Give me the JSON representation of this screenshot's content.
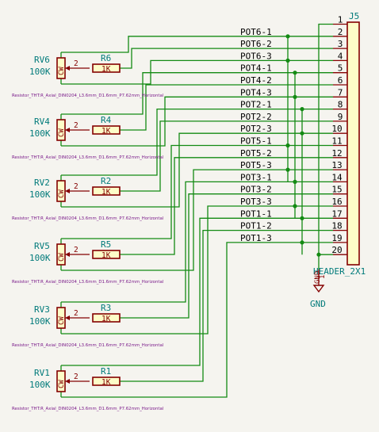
{
  "header": {
    "ref": "J5",
    "value": "HEADER_2X1",
    "pins": [
      "1",
      "2",
      "3",
      "4",
      "5",
      "6",
      "7",
      "8",
      "9",
      "10",
      "11",
      "12",
      "13",
      "14",
      "15",
      "16",
      "17",
      "18",
      "19",
      "20"
    ]
  },
  "nets": [
    {
      "pin": 2,
      "label": "POT6-1"
    },
    {
      "pin": 3,
      "label": "POT6-2"
    },
    {
      "pin": 4,
      "label": "POT6-3"
    },
    {
      "pin": 5,
      "label": "POT4-1"
    },
    {
      "pin": 6,
      "label": "POT4-2"
    },
    {
      "pin": 7,
      "label": "POT4-3"
    },
    {
      "pin": 8,
      "label": "POT2-1"
    },
    {
      "pin": 9,
      "label": "POT2-2"
    },
    {
      "pin": 10,
      "label": "POT2-3"
    },
    {
      "pin": 11,
      "label": "POT5-1"
    },
    {
      "pin": 12,
      "label": "POT5-2"
    },
    {
      "pin": 13,
      "label": "POT5-3"
    },
    {
      "pin": 14,
      "label": "POT3-1"
    },
    {
      "pin": 15,
      "label": "POT3-2"
    },
    {
      "pin": 16,
      "label": "POT3-3"
    },
    {
      "pin": 17,
      "label": "POT1-1"
    },
    {
      "pin": 18,
      "label": "POT1-2"
    },
    {
      "pin": 19,
      "label": "POT1-3"
    }
  ],
  "pots": [
    {
      "ref": "RV6",
      "value": "100K",
      "pin_label": "2",
      "cw": "CW",
      "res_ref": "R6",
      "res_value": "1K",
      "footprint": "Resistor_THT:R_Axial_DIN0204_L3.6mm_D1.6mm_P7.62mm_Horizontal"
    },
    {
      "ref": "RV4",
      "value": "100K",
      "pin_label": "2",
      "cw": "CW",
      "res_ref": "R4",
      "res_value": "1K",
      "footprint": "Resistor_THT:R_Axial_DIN0204_L3.6mm_D1.6mm_P7.62mm_Horizontal"
    },
    {
      "ref": "RV2",
      "value": "100K",
      "pin_label": "2",
      "cw": "CW",
      "res_ref": "R2",
      "res_value": "1K",
      "footprint": "Resistor_THT:R_Axial_DIN0204_L3.6mm_D1.6mm_P7.62mm_Horizontal"
    },
    {
      "ref": "RV5",
      "value": "100K",
      "pin_label": "2",
      "cw": "CW",
      "res_ref": "R5",
      "res_value": "1K",
      "footprint": "Resistor_THT:R_Axial_DIN0204_L3.6mm_D1.6mm_P7.62mm_Horizontal"
    },
    {
      "ref": "RV3",
      "value": "100K",
      "pin_label": "2",
      "cw": "CW",
      "res_ref": "R3",
      "res_value": "1K",
      "footprint": "Resistor_THT:R_Axial_DIN0204_L3.6mm_D1.6mm_P7.62mm_Horizontal"
    },
    {
      "ref": "RV1",
      "value": "100K",
      "pin_label": "2",
      "cw": "CW",
      "res_ref": "R1",
      "res_value": "1K",
      "footprint": "Resistor_THT:R_Axial_DIN0204_L3.6mm_D1.6mm_P7.62mm_Horizontal"
    }
  ],
  "ground": {
    "label": "GND",
    "pin_label": "1"
  },
  "colors": {
    "wire": "#138a13",
    "component": "#840000",
    "reference": "#007a7a",
    "footprint": "#7a1a8a",
    "body": "#fdfdc8"
  }
}
